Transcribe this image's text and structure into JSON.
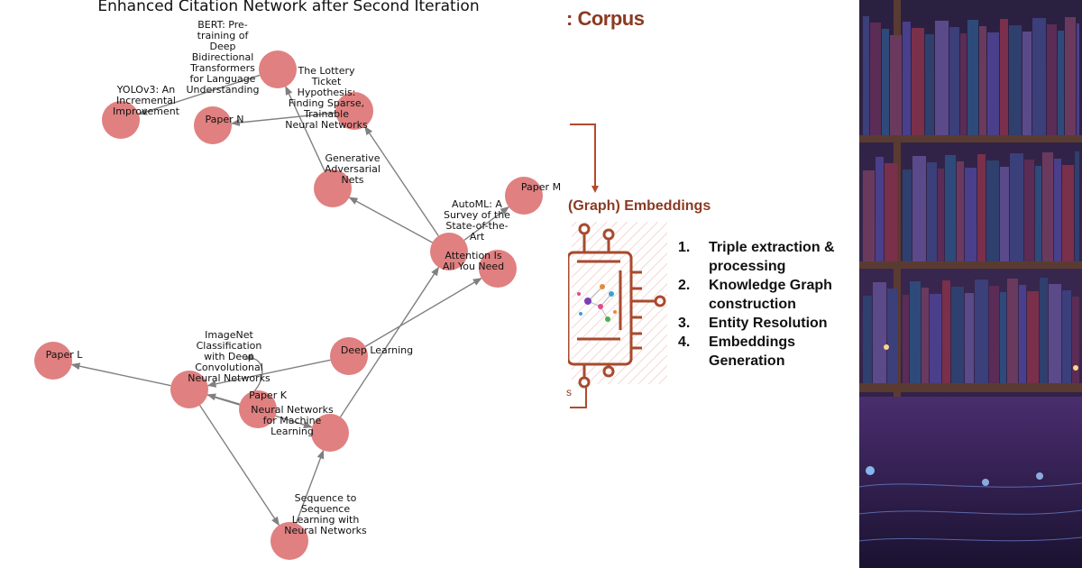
{
  "graph": {
    "title": "Enhanced Citation Network after Second Iteration",
    "node_color": "#e08080",
    "edge_color": "#808080",
    "nodes": [
      {
        "id": "bert",
        "label": "BERT: Pre-\ntraining of\nDeep\nBidirectional\nTransformers\nfor Language\nUnderstanding"
      },
      {
        "id": "yolo",
        "label": "YOLOv3: An\nIncremental\nImprovement"
      },
      {
        "id": "paper_n",
        "label": "Paper N"
      },
      {
        "id": "lottery",
        "label": "The Lottery\nTicket\nHypothesis:\nFinding Sparse,\nTrainable\nNeural Networks"
      },
      {
        "id": "gan",
        "label": "Generative\nAdversarial\nNets"
      },
      {
        "id": "paper_m",
        "label": "Paper M"
      },
      {
        "id": "automl",
        "label": "AutoML: A\nSurvey of the\nState-of-the-\nArt"
      },
      {
        "id": "attention",
        "label": "Attention Is\nAll You Need"
      },
      {
        "id": "deep_learning",
        "label": "Deep Learning"
      },
      {
        "id": "imagenet",
        "label": "ImageNet\nClassification\nwith Deep\nConvolutional\nNeural Networks"
      },
      {
        "id": "paper_l",
        "label": "Paper L"
      },
      {
        "id": "paper_k",
        "label": "Paper K"
      },
      {
        "id": "nn_ml",
        "label": "Neural Networks\nfor Machine\nLearning"
      },
      {
        "id": "seq2seq",
        "label": "Sequence to\nSequence\nLearning with\nNeural Networks"
      }
    ],
    "edges": [
      {
        "from": "bert",
        "to": "yolo"
      },
      {
        "from": "lottery",
        "to": "paper_n"
      },
      {
        "from": "gan",
        "to": "bert"
      },
      {
        "from": "automl",
        "to": "lottery"
      },
      {
        "from": "automl",
        "to": "gan"
      },
      {
        "from": "automl",
        "to": "paper_m"
      },
      {
        "from": "deep_learning",
        "to": "attention"
      },
      {
        "from": "deep_learning",
        "to": "imagenet"
      },
      {
        "from": "imagenet",
        "to": "paper_l"
      },
      {
        "from": "imagenet",
        "to": "nn_ml"
      },
      {
        "from": "imagenet",
        "to": "seq2seq"
      },
      {
        "from": "nn_ml",
        "to": "automl"
      },
      {
        "from": "seq2seq",
        "to": "nn_ml"
      },
      {
        "from": "paper_k",
        "to": "imagenet"
      }
    ]
  },
  "slide": {
    "heading": ": Corpus",
    "subheading": "(Graph) Embeddings",
    "fragment": "s",
    "accent_color": "#8b3a22",
    "steps": [
      {
        "num": "1.",
        "text": "Triple extraction & processing"
      },
      {
        "num": "2.",
        "text": "Knowledge Graph construction"
      },
      {
        "num": "3.",
        "text": "Entity Resolution"
      },
      {
        "num": "4.",
        "text": "Embeddings Generation"
      }
    ]
  }
}
